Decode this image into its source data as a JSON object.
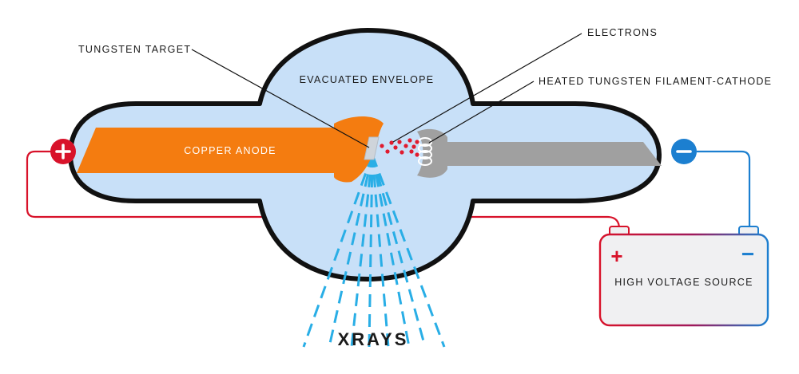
{
  "labels": {
    "tungsten_target": "TUNGSTEN TARGET",
    "electrons": "ELECTRONS",
    "evacuated_envelope": "EVACUATED ENVELOPE",
    "filament_cathode": "HEATED TUNGSTEN FILAMENT-CATHODE",
    "copper_anode": "COPPER ANODE",
    "high_voltage_source": "HIGH VOLTAGE SOURCE",
    "xrays": "XRAYS",
    "plus_sign": "+",
    "minus_sign": "−"
  },
  "colors": {
    "envelope_fill": "#c8e0f8",
    "envelope_stroke": "#111111",
    "anode": "#f47c10",
    "cathode": "#a0a0a0",
    "target": "#cfd4da",
    "electrons": "#e01b2f",
    "xray": "#29aee6",
    "positive": "#d8122a",
    "negative": "#1c7fd0",
    "battery_fill": "#f0f0f2"
  },
  "icons": {
    "positive_terminal": "plus-circle-icon",
    "negative_terminal": "minus-circle-icon",
    "filament": "coil-icon"
  }
}
